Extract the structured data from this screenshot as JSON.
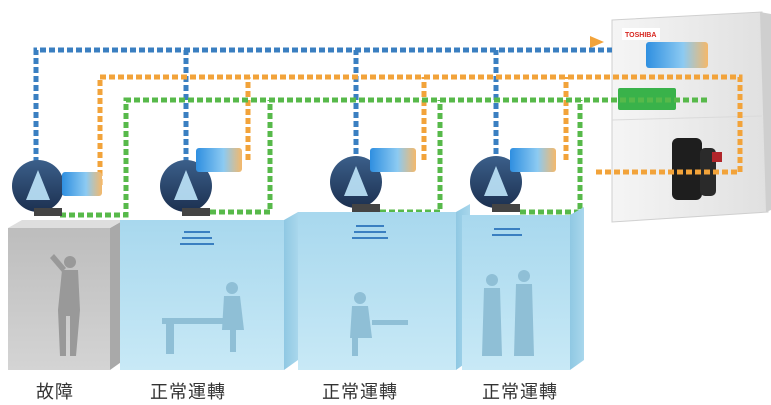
{
  "rooms": [
    {
      "status": "故障"
    },
    {
      "status": "正常運轉"
    },
    {
      "status": "正常運轉"
    },
    {
      "status": "正常運轉"
    }
  ],
  "outdoor_unit": {
    "brand": "TOSHIBA"
  },
  "colors": {
    "pipe_blue": "#3a7fc1",
    "pipe_orange": "#f2a33a",
    "pipe_green": "#57b94a",
    "room_fault": "#c9c9c9",
    "room_normal": "#b7e0f2",
    "brand_red": "#d7261f",
    "control_box": "#39b24a"
  },
  "icons": [
    "indoor-unit-icon",
    "air-blow-icon",
    "compressor-icon",
    "person-icon"
  ]
}
